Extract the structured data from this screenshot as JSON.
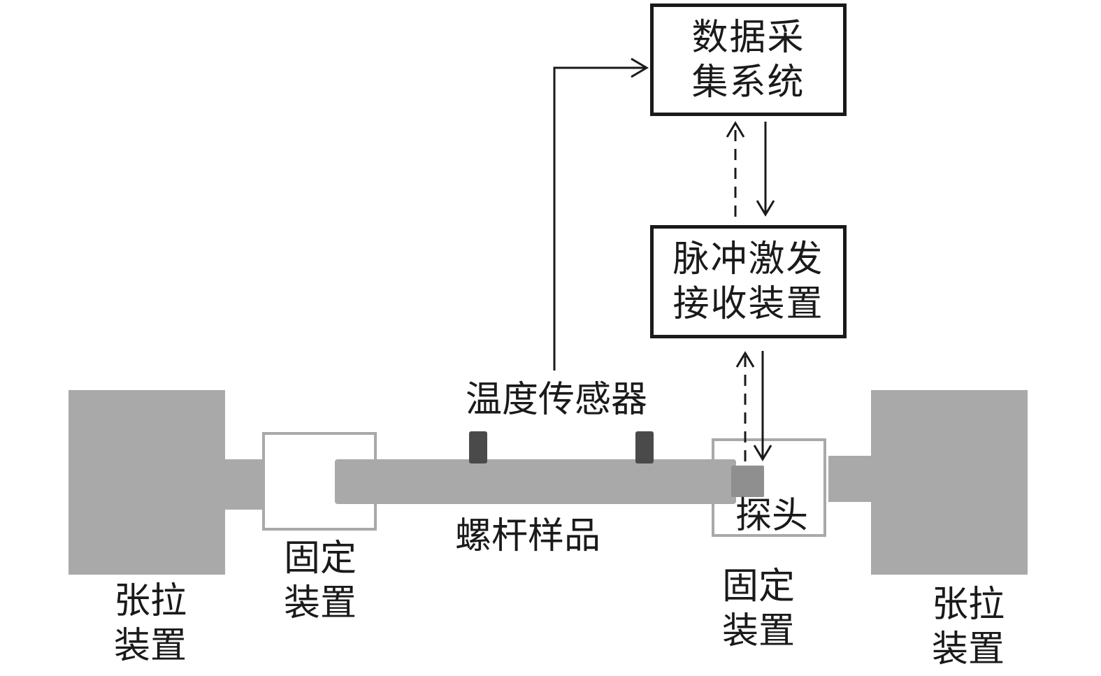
{
  "diagram": {
    "data_acquisition": {
      "line1": "数据采",
      "line2": "集系统"
    },
    "pulser_receiver": {
      "line1": "脉冲激发",
      "line2": "接收装置"
    },
    "temperature_sensor_label": "温度传感器",
    "bolt_sample_label": "螺杆样品",
    "probe_label": "探头",
    "left_tension": {
      "line1": "张拉",
      "line2": "装置"
    },
    "right_tension": {
      "line1": "张拉",
      "line2": "装置"
    },
    "left_fixture": {
      "line1": "固定",
      "line2": "装置"
    },
    "right_fixture": {
      "line1": "固定",
      "line2": "装置"
    }
  },
  "colors": {
    "line": "#1a1a1a",
    "block": "#a9a9a9",
    "fixture_border": "#a9a9a9",
    "sensor": "#4a4a4a",
    "probe": "#8f8f8f"
  }
}
